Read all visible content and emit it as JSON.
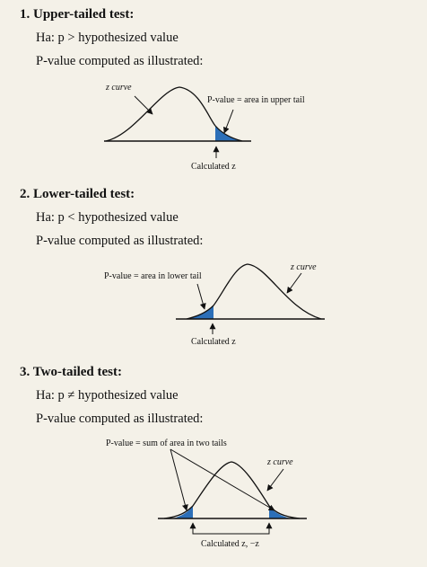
{
  "sections": [
    {
      "title": "1. Upper-tailed test:",
      "hypothesis": "Ha: p > hypothesized value",
      "pvalue_line": "P-value computed as illustrated:",
      "curve_label": "z curve",
      "area_label": "P-value = area in upper tail",
      "calc_label": "Calculated z"
    },
    {
      "title": "2. Lower-tailed test:",
      "hypothesis": "Ha: p < hypothesized value",
      "pvalue_line": "P-value computed as illustrated:",
      "curve_label": "z curve",
      "area_label": "P-value = area in lower tail",
      "calc_label": "Calculated z"
    },
    {
      "title": "3. Two-tailed test:",
      "hypothesis": "Ha: p ≠ hypothesized value",
      "pvalue_line": "P-value computed as illustrated:",
      "curve_label": "z curve",
      "area_label": "P-value = sum of area in two tails",
      "calc_label": "Calculated z, −z"
    }
  ],
  "colors": {
    "shade": "#2c6fb8",
    "background": "#f4f1e8"
  }
}
